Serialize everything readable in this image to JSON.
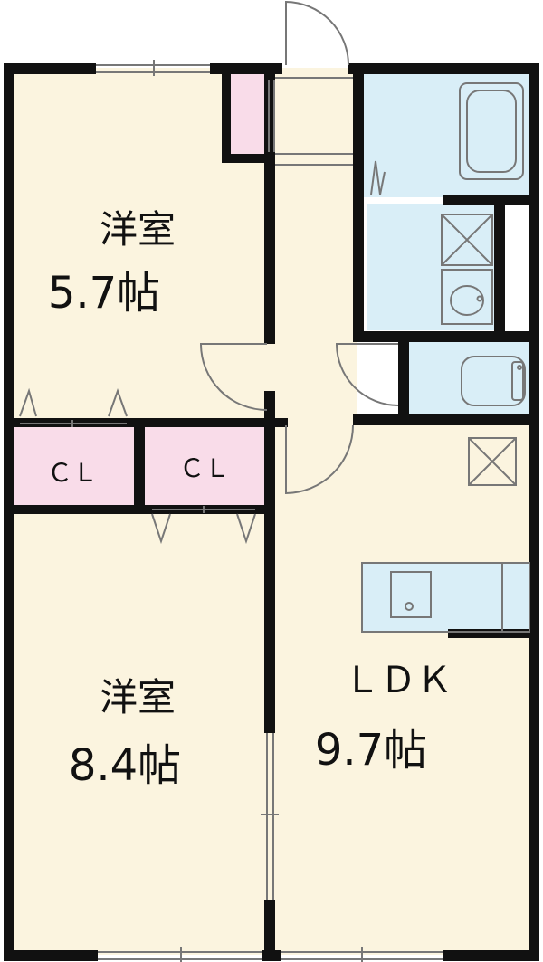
{
  "colors": {
    "floor": "#fbf4df",
    "closet": "#f9dce9",
    "wet_area": "#d9eef7",
    "wall": "#111111",
    "fixture_stroke": "#777777"
  },
  "rooms": {
    "western_room_upper": {
      "name": "洋室",
      "size": "5.7帖"
    },
    "western_room_lower": {
      "name": "洋室",
      "size": "8.4帖"
    },
    "closet_left": {
      "label": "ＣＬ"
    },
    "closet_right": {
      "label": "ＣＬ"
    },
    "ldk": {
      "name": "ＬＤＫ",
      "size": "9.7帖"
    }
  },
  "fixtures": [
    "bathtub-icon",
    "washing-machine-drain-icon",
    "washbasin-icon",
    "toilet-icon",
    "refrigerator-space-icon",
    "kitchen-counter-icon",
    "sink-icon"
  ]
}
